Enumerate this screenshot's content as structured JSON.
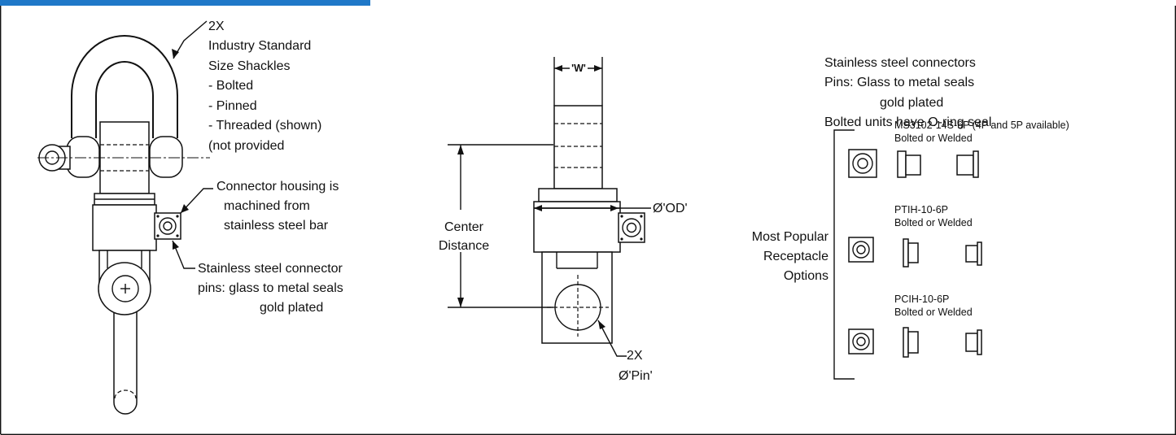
{
  "colors": {
    "accent": "#1f78c8",
    "line": "#111111"
  },
  "shackle_notes": {
    "lines": [
      "2X",
      "Industry Standard",
      "Size Shackles",
      "- Bolted",
      "- Pinned",
      "- Threaded (shown)",
      "(not provided"
    ]
  },
  "connector_housing": {
    "lines": [
      "Connector housing is",
      "machined from",
      "stainless steel bar"
    ]
  },
  "connector_pins": {
    "lines": [
      "Stainless steel connector",
      "pins: glass to metal seals",
      "gold plated"
    ]
  },
  "dimensions": {
    "width": "'W'",
    "od": "Ø'OD'",
    "center_distance": [
      "Center",
      "Distance"
    ],
    "pin": [
      "2X",
      "Ø'Pin'"
    ]
  },
  "right_header": {
    "lines": [
      "Stainless steel connectors",
      "Pins: Glass to metal seals",
      "gold plated",
      "Bolted units have O-ring seal"
    ]
  },
  "receptacle_group_label": [
    "Most Popular",
    "Receptacle",
    "Options"
  ],
  "receptacles": [
    {
      "part": "MS3102-14S-6P (4P and 5P available)",
      "mount": "Bolted or Welded"
    },
    {
      "part": "PTIH-10-6P",
      "mount": "Bolted or Welded"
    },
    {
      "part": "PCIH-10-6P",
      "mount": "Bolted or Welded"
    }
  ]
}
